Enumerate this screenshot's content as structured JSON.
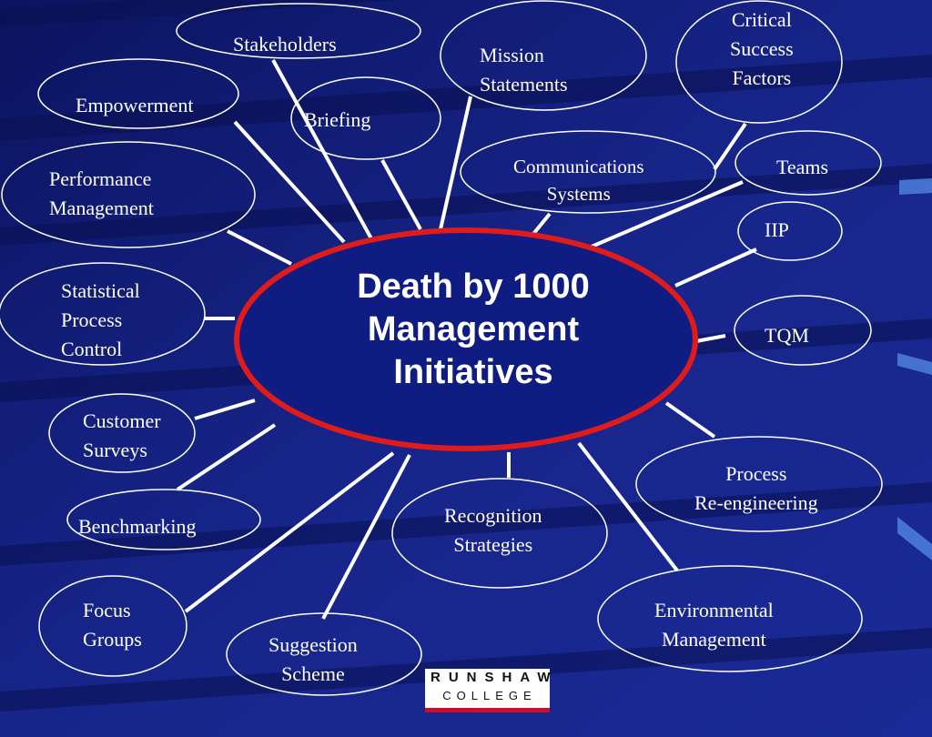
{
  "diagram": {
    "center": {
      "lines": [
        "Death by 1000",
        "Management",
        "Initiatives"
      ]
    },
    "nodes": [
      {
        "id": "stakeholders",
        "lines": [
          "Stakeholders"
        ]
      },
      {
        "id": "mission-statements",
        "lines": [
          "Mission",
          "Statements"
        ]
      },
      {
        "id": "critical-success-factors",
        "lines": [
          "Critical",
          "Success",
          "Factors"
        ]
      },
      {
        "id": "empowerment",
        "lines": [
          "Empowerment"
        ]
      },
      {
        "id": "briefing",
        "lines": [
          "Briefing"
        ]
      },
      {
        "id": "communications-systems",
        "lines": [
          "Communications",
          "Systems"
        ]
      },
      {
        "id": "teams",
        "lines": [
          "Teams"
        ]
      },
      {
        "id": "performance-management",
        "lines": [
          "Performance",
          "Management"
        ]
      },
      {
        "id": "iip",
        "lines": [
          "IIP"
        ]
      },
      {
        "id": "statistical-process-control",
        "lines": [
          "Statistical",
          "Process",
          "Control"
        ]
      },
      {
        "id": "tqm",
        "lines": [
          "TQM"
        ]
      },
      {
        "id": "customer-surveys",
        "lines": [
          "Customer",
          "Surveys"
        ]
      },
      {
        "id": "process-re-engineering",
        "lines": [
          "Process",
          "Re-engineering"
        ]
      },
      {
        "id": "benchmarking",
        "lines": [
          "Benchmarking"
        ]
      },
      {
        "id": "recognition-strategies",
        "lines": [
          "Recognition",
          "Strategies"
        ]
      },
      {
        "id": "focus-groups",
        "lines": [
          "Focus",
          "Groups"
        ]
      },
      {
        "id": "environmental-management",
        "lines": [
          "Environmental",
          "Management"
        ]
      },
      {
        "id": "suggestion-scheme",
        "lines": [
          "Suggestion",
          "Scheme"
        ]
      }
    ]
  },
  "logo": {
    "top": "RUNSHAW",
    "bottom": "COLLEGE"
  },
  "colors": {
    "background": "#14207a",
    "center_fill": "#0f1d82",
    "center_border": "#e01b1b",
    "node_outline": "#ffffff",
    "connector": "#ffffff",
    "logo_bar": "#c8102e"
  }
}
